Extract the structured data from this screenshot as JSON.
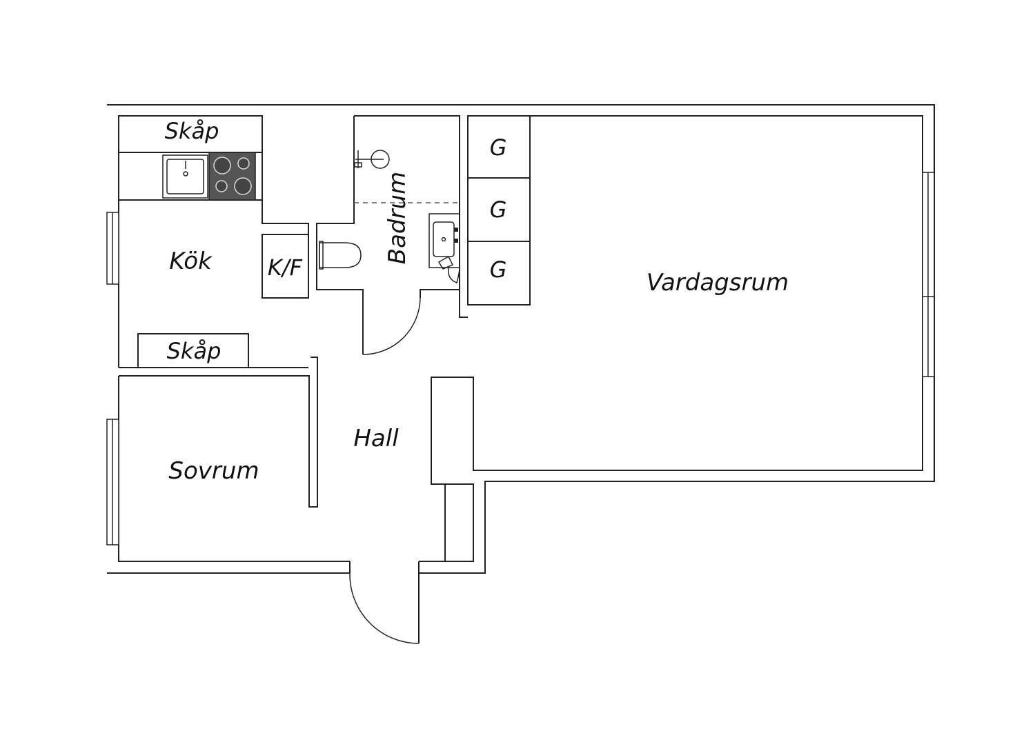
{
  "rooms": {
    "kok": "Kök",
    "badrum": "Badrum",
    "vardagsrum": "Vardagsrum",
    "hall": "Hall",
    "sovrum": "Sovrum"
  },
  "fixtures": {
    "skap_top": "Skåp",
    "skap_bottom": "Skåp",
    "kf": "K/F",
    "g1": "G",
    "g2": "G",
    "g3": "G"
  }
}
